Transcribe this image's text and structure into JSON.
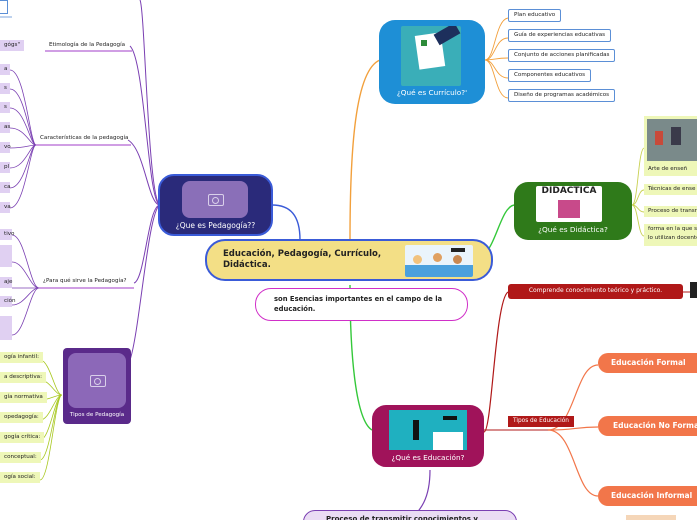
{
  "central": {
    "title": "Educación, Pedagogía, Currículo, Didáctica.",
    "note": "son Esencias importantes en el campo de la educación."
  },
  "pedagogia": {
    "title": "¿Que es Pedagogía??",
    "branches": [
      {
        "label": "Etimología de la Pedagogía",
        "leaves": [
          "gógs\""
        ]
      },
      {
        "label": "Características de la pedagogía",
        "leaves": [
          "a",
          "s",
          "s",
          "as",
          "vo",
          "pl",
          "ca",
          "va"
        ]
      },
      {
        "label": "¿Para qué sirve la Pedagogía?",
        "leaves": [
          "tivo",
          "aje",
          "ción"
        ]
      },
      {
        "label": "Tipos de Pedagogía",
        "leaves": [
          "ogía infantil:",
          "a descriptiva:",
          "gía normativa",
          "opedagogía:",
          "gogía crítica:",
          "conceptual:",
          "ogía social:"
        ]
      }
    ]
  },
  "curriculo": {
    "title": "¿Qué es Currículo?'",
    "leaves": [
      "Plan educativo",
      "Guía de experiencias educativas",
      "Conjunto de acciones planificadas",
      "Componentes educativos",
      "Diseño de programas académicos"
    ]
  },
  "didactica": {
    "title": "¿Qué es Didáctica?",
    "image_text": "DIDÁCTICA",
    "leaves": [
      "Arte de enseñ",
      "Técnicas de ense",
      "Proceso de transr",
      "forma en la que s",
      "lo utilizan docente"
    ]
  },
  "educacion": {
    "title": "¿Qué es Educación?",
    "comprende": "Comprende conocimiento teórico y práctico.",
    "tipos_label": "Tipos de Educación",
    "tipos": [
      "Educación Formal",
      "Educación No Formal",
      "Educación Informal"
    ],
    "bottom_partial": "Proceso de transmitir conocimientos y"
  },
  "colors": {
    "central_fill": "#f3df86",
    "pedagogia_fill": "#2a2a7a",
    "curriculo_fill": "#1e8fd6",
    "didactica_fill": "#2f7a1a",
    "educacion_fill": "#a0135a",
    "purple_line": "#7a3fb2",
    "green_line": "#34c83a",
    "orange": "#f2764a"
  }
}
